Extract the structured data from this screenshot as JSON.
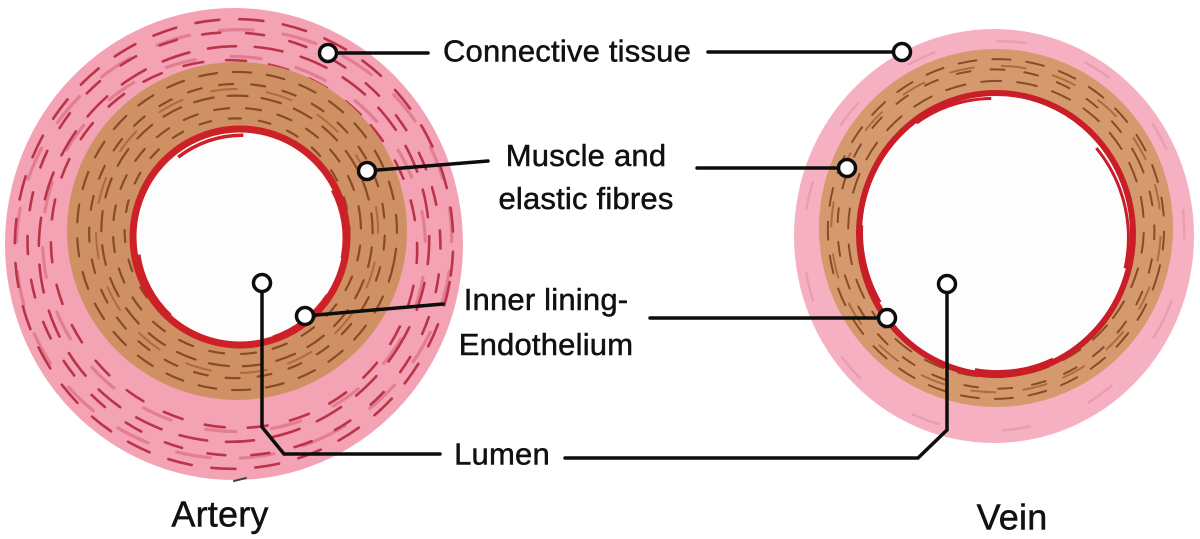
{
  "figure": {
    "parts": {
      "connective_tissue": "Connective tissue",
      "muscle_line1": "Muscle and",
      "muscle_line2": "elastic fibres",
      "inner_line1": "Inner lining-",
      "inner_line2": "Endothelium",
      "lumen": "Lumen"
    },
    "captions": {
      "artery": "Artery",
      "vein": "Vein"
    }
  },
  "colors": {
    "background": "#ffffff",
    "line": "#0d0d0d",
    "marker_fill": "#ffffff",
    "artery": {
      "outer": "#f3a3b4",
      "outer_streak": "#bb3349",
      "outer_streak_light": "#e27d92",
      "muscle": "#cf9164",
      "muscle_streak": "#8a4a26",
      "muscle_streak_light": "#b06a3c",
      "endothelium": "#cd2127",
      "lumen": "#fefdfd"
    },
    "vein": {
      "outer": "#f5b0c1",
      "outer_streak": "#eb9cb0",
      "muscle": "#d49a6d",
      "muscle_streak": "#8a4a26",
      "muscle_streak_light": "#b06a3c",
      "endothelium": "#c91d28",
      "lumen": "#fefdfd"
    }
  }
}
